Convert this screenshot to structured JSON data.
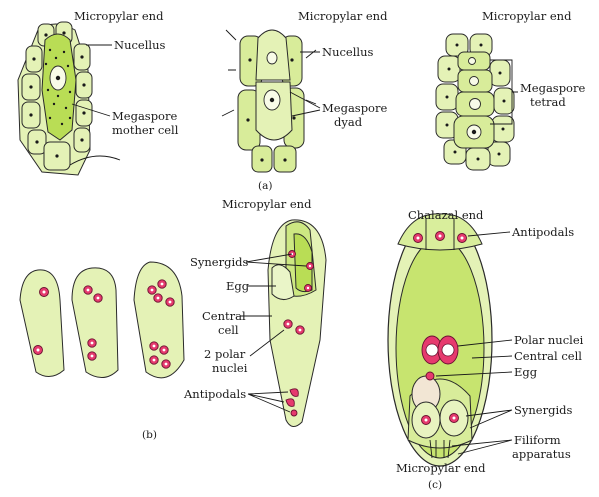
{
  "panel_a": {
    "headings": [
      "Micropylar end",
      "Micropylar end",
      "Micropylar end"
    ],
    "labels": {
      "nucellus_1": "Nucellus",
      "mmc_1": "Megaspore",
      "mmc_2": "mother cell",
      "nucellus_2": "Nucellus",
      "dyad_1": "Megaspore",
      "dyad_2": "dyad",
      "tetrad_1": "Megaspore",
      "tetrad_2": "tetrad"
    },
    "caption": "(a)"
  },
  "panel_b": {
    "heading": "Micropylar end",
    "labels": {
      "synergids": "Synergids",
      "egg": "Egg",
      "central_1": "Central",
      "central_2": "cell",
      "polar_1": "2 polar",
      "polar_2": "nuclei",
      "antipodals": "Antipodals"
    },
    "caption": "(b)"
  },
  "panel_c": {
    "top_heading": "Chalazal end",
    "bottom_heading": "Micropylar end",
    "labels": {
      "antipodals": "Antipodals",
      "polar": "Polar nuclei",
      "central": "Central cell",
      "egg": "Egg",
      "synergids": "Synergids",
      "filiform_1": "Filiform",
      "filiform_2": "apparatus"
    },
    "caption": "(c)"
  },
  "colors": {
    "cell_fill": "#e4f2b6",
    "nucleus_pink": "#e63a6e",
    "outline": "#2a2a2a"
  }
}
